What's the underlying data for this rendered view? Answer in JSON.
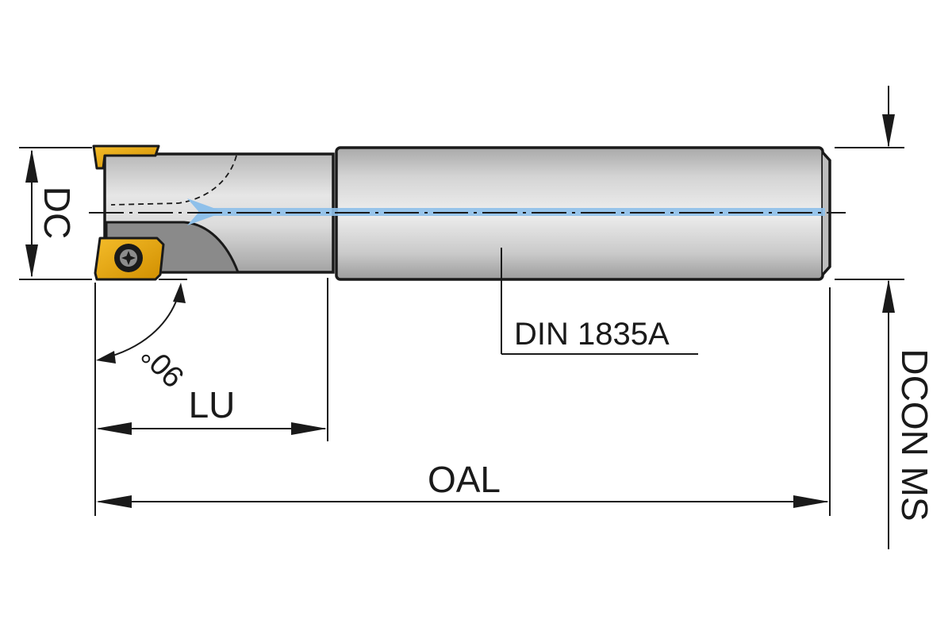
{
  "diagram": {
    "labels": {
      "dc": "DC",
      "lu": "LU",
      "oal": "OAL",
      "dcon": "DCON MS",
      "angle": "90°",
      "shank_standard": "DIN 1835A"
    },
    "colors": {
      "insert": "#e8a400",
      "coolant": "#8ec0ea",
      "body_light": "#eeeeee",
      "body_dark": "#a9a9a9",
      "outline": "#1a1a1a"
    }
  }
}
